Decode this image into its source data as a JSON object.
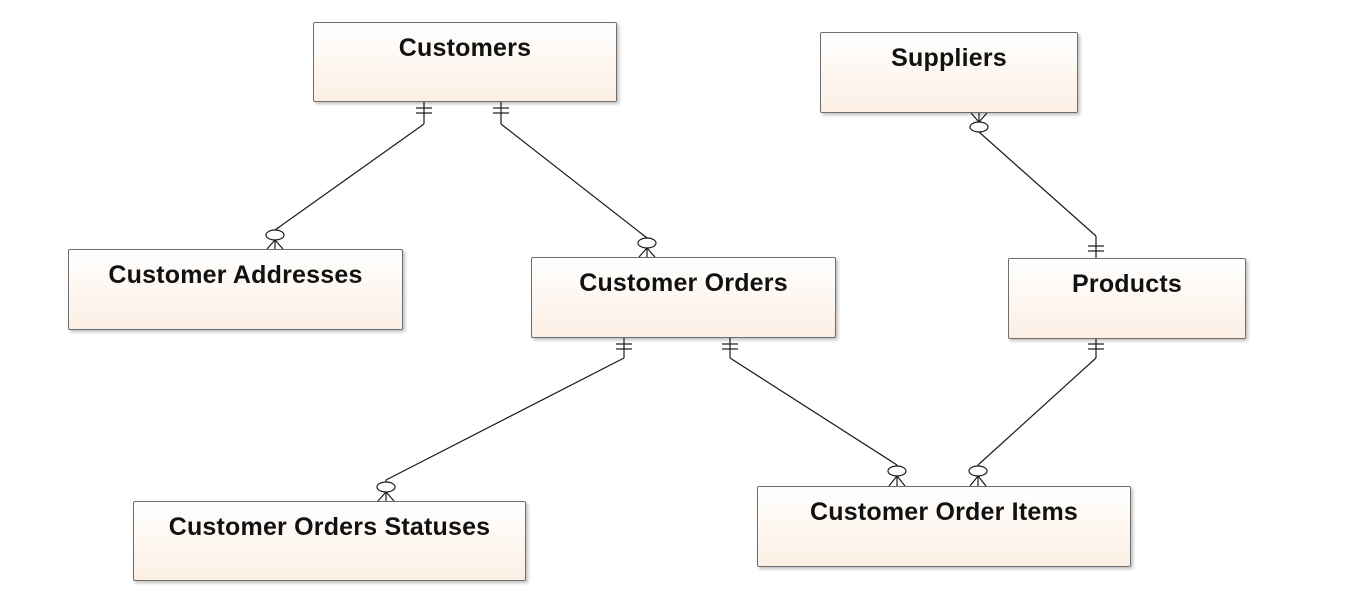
{
  "diagram": {
    "entities": {
      "customers": "Customers",
      "suppliers": "Suppliers",
      "customer_addresses": "Customer Addresses",
      "customer_orders": "Customer Orders",
      "products": "Products",
      "customer_orders_statuses": "Customer Orders Statuses",
      "customer_order_items": "Customer Order Items"
    },
    "relationships": [
      {
        "from": "Customers",
        "to": "Customer Addresses",
        "from_cardinality": "one",
        "to_cardinality": "zero-or-many"
      },
      {
        "from": "Customers",
        "to": "Customer Orders",
        "from_cardinality": "one",
        "to_cardinality": "zero-or-many"
      },
      {
        "from": "Suppliers",
        "to": "Products",
        "from_cardinality": "zero-or-many",
        "to_cardinality": "one"
      },
      {
        "from": "Customer Orders",
        "to": "Customer Orders Statuses",
        "from_cardinality": "one",
        "to_cardinality": "zero-or-many"
      },
      {
        "from": "Customer Orders",
        "to": "Customer Order Items",
        "from_cardinality": "one",
        "to_cardinality": "zero-or-many"
      },
      {
        "from": "Products",
        "to": "Customer Order Items",
        "from_cardinality": "one",
        "to_cardinality": "zero-or-many"
      }
    ]
  }
}
